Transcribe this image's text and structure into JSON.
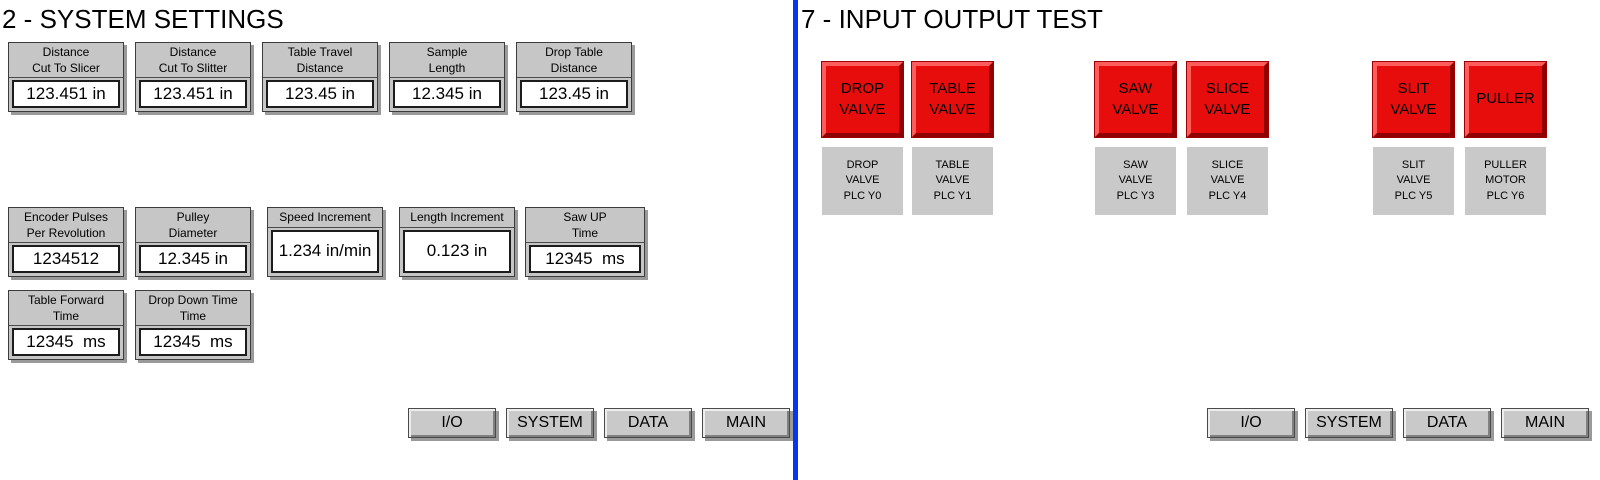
{
  "left_panel": {
    "title": "2 - SYSTEM SETTINGS",
    "fields": [
      {
        "label": "Distance\nCut To Slicer",
        "value": "123.451 in"
      },
      {
        "label": "Distance\nCut To Slitter",
        "value": "123.451 in"
      },
      {
        "label": "Table Travel\nDistance",
        "value": "123.45 in"
      },
      {
        "label": "Sample\nLength",
        "value": "12.345 in"
      },
      {
        "label": "Drop Table\nDistance",
        "value": "123.45 in"
      },
      {
        "label": "Encoder Pulses\nPer Revolution",
        "value": "1234512"
      },
      {
        "label": "Pulley\nDiameter",
        "value": "12.345 in"
      },
      {
        "label": "Speed Increment",
        "value": "1.234 in/min"
      },
      {
        "label": "Length Increment",
        "value": "0.123 in"
      },
      {
        "label": "Saw UP\nTime",
        "value": "12345  ms"
      },
      {
        "label": "Table Forward\nTime",
        "value": "12345  ms"
      },
      {
        "label": "Drop Down Time\nTime",
        "value": "12345  ms"
      }
    ],
    "nav": [
      {
        "label": "I/O"
      },
      {
        "label": "SYSTEM"
      },
      {
        "label": "DATA"
      },
      {
        "label": "MAIN"
      }
    ]
  },
  "right_panel": {
    "title": "7 - INPUT OUTPUT TEST",
    "output_buttons": [
      {
        "label": "DROP\nVALVE"
      },
      {
        "label": "TABLE\nVALVE"
      },
      {
        "label": "SAW\nVALVE"
      },
      {
        "label": "SLICE\nVALVE"
      },
      {
        "label": "SLIT\nVALVE"
      },
      {
        "label": "PULLER"
      }
    ],
    "output_labels": [
      "DROP\nVALVE\nPLC Y0",
      "TABLE\nVALVE\nPLC Y1",
      "SAW\nVALVE\nPLC Y3",
      "SLICE\nVALVE\nPLC Y4",
      "SLIT\nVALVE\nPLC Y5",
      "PULLER\nMOTOR\nPLC Y6"
    ],
    "nav": [
      {
        "label": "I/O"
      },
      {
        "label": "SYSTEM"
      },
      {
        "label": "DATA"
      },
      {
        "label": "MAIN"
      }
    ]
  },
  "colors": {
    "divider_blue": "#0a35f0",
    "output_button_red": "#e80d0d",
    "panel_gray": "#c6c6c6"
  }
}
